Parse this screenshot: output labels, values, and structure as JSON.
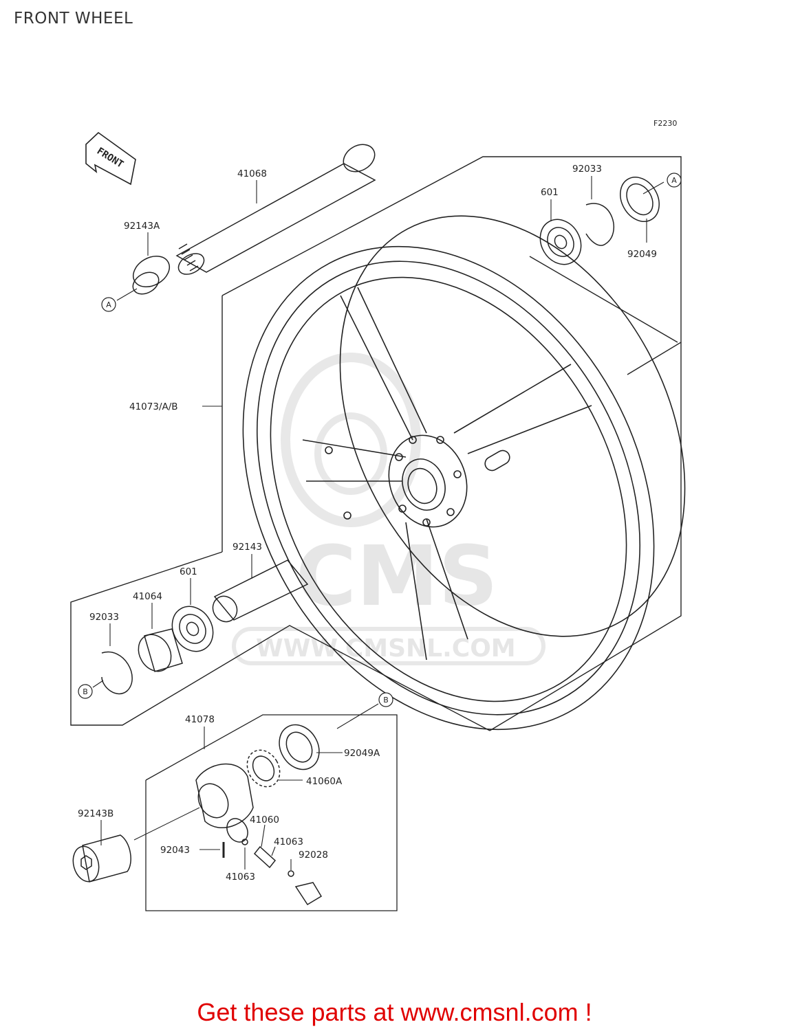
{
  "title": "FRONT WHEEL",
  "figure_code": "F2230",
  "direction_label": "FRONT",
  "watermark": {
    "brand": "CMS",
    "url": "WWW.CMSNL.COM"
  },
  "parts": {
    "p41068": "41068",
    "p92143A": "92143A",
    "p41073AB": "41073/A/B",
    "p92033_top": "92033",
    "p601_top": "601",
    "p92049": "92049",
    "p92143": "92143",
    "p601_bottom": "601",
    "p41064": "41064",
    "p92033_bottom": "92033",
    "p41078": "41078",
    "p92049A": "92049A",
    "p41060A": "41060A",
    "p92143B": "92143B",
    "p92043": "92043",
    "p41060": "41060",
    "p41063_a": "41063",
    "p41063_b": "41063",
    "p92028": "92028"
  },
  "callouts": {
    "a1": "A",
    "a2": "A",
    "b1": "B",
    "b2": "B"
  },
  "footer_banner": "Get these parts at www.cmsnl.com !",
  "colors": {
    "line": "#222222",
    "watermark": "#e6e6e6",
    "banner": "#e00000"
  }
}
